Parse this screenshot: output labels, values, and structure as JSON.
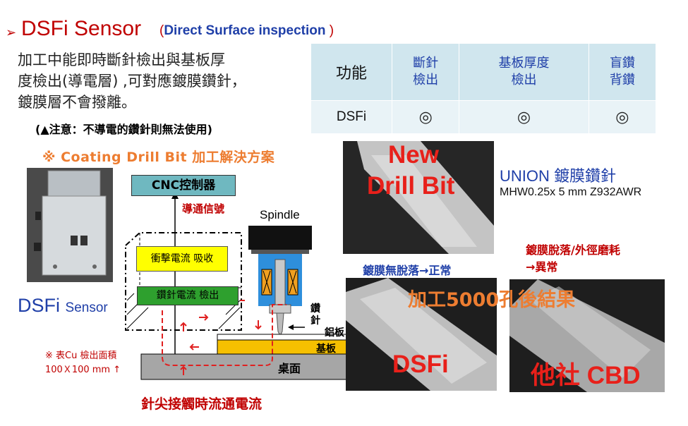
{
  "title": {
    "main": "DSFi Sensor",
    "open_paren": "(",
    "subtitle": "Direct Surface inspection",
    "close_paren": ")"
  },
  "description": {
    "line1": "加工中能即時斷針檢出與基板厚",
    "line2": "度檢出(導電層) ,可對應鍍膜鑽針，",
    "line3": "鍍膜層不會撥離。",
    "note": "(▲注意：不導電的鑽針則無法使用)"
  },
  "coating_heading": "※ Coating  Drill Bit 加工解決方案",
  "feature_table": {
    "header": "功能",
    "columns": [
      {
        "line1": "斷針",
        "line2": "檢出"
      },
      {
        "line1": "基板厚度",
        "line2": "檢出"
      },
      {
        "line1": "盲鑽",
        "line2": "背鑽"
      }
    ],
    "row_name": "DSFi",
    "marks": [
      "◎",
      "◎",
      "◎"
    ]
  },
  "device_label": {
    "big": "DSFi",
    "small": "Sensor"
  },
  "diagram": {
    "cnc": "CNC控制器",
    "signal": "導通信號",
    "spindle": "Spindle",
    "absorb": "衝擊電流 吸收",
    "detect": "鑽針電流 檢出",
    "bit_line1": "鑽",
    "bit_line2": "針",
    "aluminum": "鋁板",
    "substrate": "基板",
    "desk": "桌面",
    "cu_line1": "※ 表Cu 檢出面積",
    "cu_line2": "100Ｘ100 mm ↑",
    "caption": "針尖接觸時流通電流"
  },
  "photos": {
    "new_line1": "New",
    "new_line2": "Drill  Bit",
    "union": "UNION 鍍膜鑽針",
    "model": "MHW0.25x 5 mm Z932AWR",
    "ng_line1": "鍍膜脫落/外徑磨耗",
    "ng_line2": "→異常",
    "ok_caption": "鍍膜無脫落→正常",
    "result": "加工5000孔後結果",
    "dsfi": "DSFi",
    "cbd": "他社 CBD"
  },
  "colors": {
    "accent_red": "#c00000",
    "accent_blue": "#1f3fa8",
    "accent_orange": "#ed7d31"
  }
}
